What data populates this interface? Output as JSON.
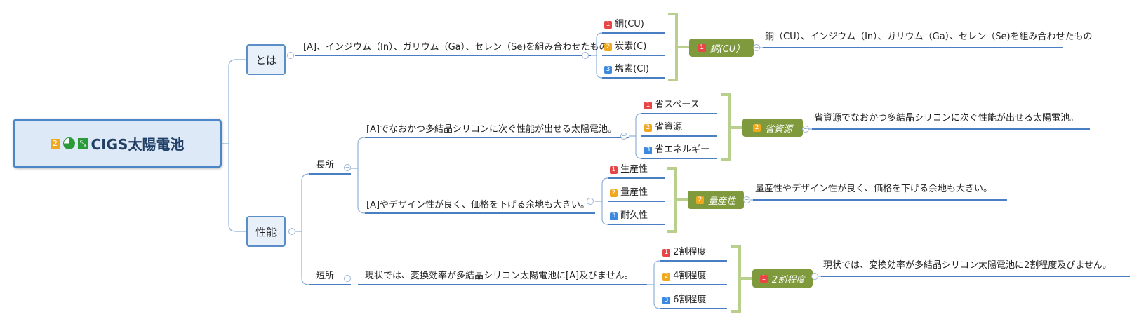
{
  "root": {
    "title": "CIGS太陽電池",
    "priority": "2",
    "icons": [
      "progress-icon",
      "expand-icon"
    ]
  },
  "topics": {
    "towa": {
      "label": "とは",
      "branch_text": "[A]、インジウム（In）、ガリウム（Ga）、セレン（Se)を組み合わせたもの",
      "options": [
        {
          "num": "1",
          "label": "銅(CU)"
        },
        {
          "num": "2",
          "label": "炭素(C)"
        },
        {
          "num": "3",
          "label": "塩素(Cl)"
        }
      ],
      "answer": {
        "num": "1",
        "label": "銅(CU）"
      },
      "answer_text": "銅（CU）、インジウム（In）、ガリウム（Ga）、セレン（Se)を組み合わせたもの"
    },
    "seino": {
      "label": "性能",
      "choosho": {
        "label": "長所",
        "items": [
          {
            "text": "[A]でなおかつ多結晶シリコンに次ぐ性能が出せる太陽電池。",
            "options": [
              {
                "num": "1",
                "label": "省スペース"
              },
              {
                "num": "2",
                "label": "省資源"
              },
              {
                "num": "3",
                "label": "省エネルギー"
              }
            ],
            "answer": {
              "num": "2",
              "label": "省資源"
            },
            "answer_text": "省資源でなおかつ多結晶シリコンに次ぐ性能が出せる太陽電池。"
          },
          {
            "text": "[A]やデザイン性が良く、価格を下げる余地も大きい。",
            "options": [
              {
                "num": "1",
                "label": "生産性"
              },
              {
                "num": "2",
                "label": "量産性"
              },
              {
                "num": "3",
                "label": "耐久性"
              }
            ],
            "answer": {
              "num": "2",
              "label": "量産性"
            },
            "answer_text": "量産性やデザイン性が良く、価格を下げる余地も大きい。"
          }
        ]
      },
      "tansho": {
        "label": "短所",
        "text": "現状では、変換効率が多結晶シリコン太陽電池に[A]及びません。",
        "options": [
          {
            "num": "1",
            "label": "2割程度"
          },
          {
            "num": "2",
            "label": "4割程度"
          },
          {
            "num": "3",
            "label": "6割程度"
          }
        ],
        "answer": {
          "num": "1",
          "label": "2割程度"
        },
        "answer_text": "現状では、変換効率が多結晶シリコン太陽電池に2割程度及びません。"
      }
    }
  },
  "colors": {
    "line": "#4a7ec2",
    "bracket": "#b8cf8d",
    "answer_node": "#7e9a3c",
    "root_border": "#4a86c8"
  }
}
